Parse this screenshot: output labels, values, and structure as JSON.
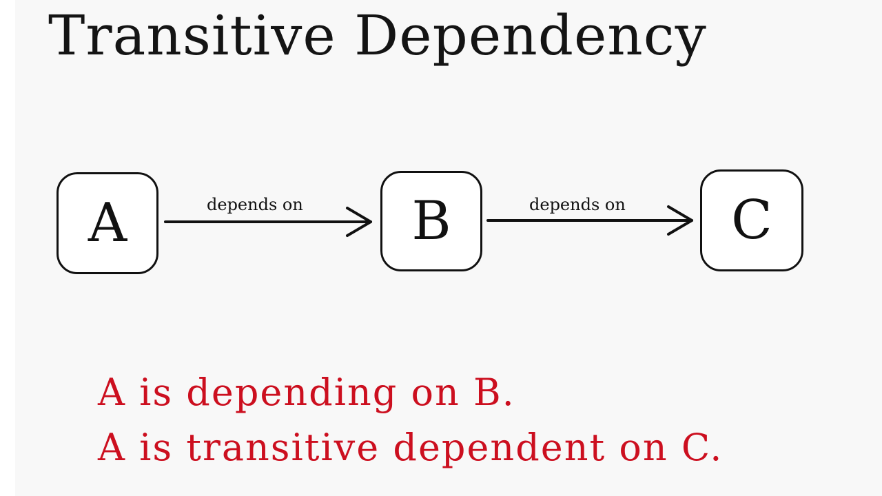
{
  "title": "Transitive Dependency",
  "nodes": {
    "a": "A",
    "b": "B",
    "c": "C"
  },
  "edges": {
    "a_to_b": "depends on",
    "b_to_c": "depends on"
  },
  "statements": {
    "line1": "A is depending on B.",
    "line2": "A is transitive dependent on C."
  },
  "colors": {
    "title": "#141414",
    "statement": "#cc0f1f",
    "stroke": "#111111"
  }
}
